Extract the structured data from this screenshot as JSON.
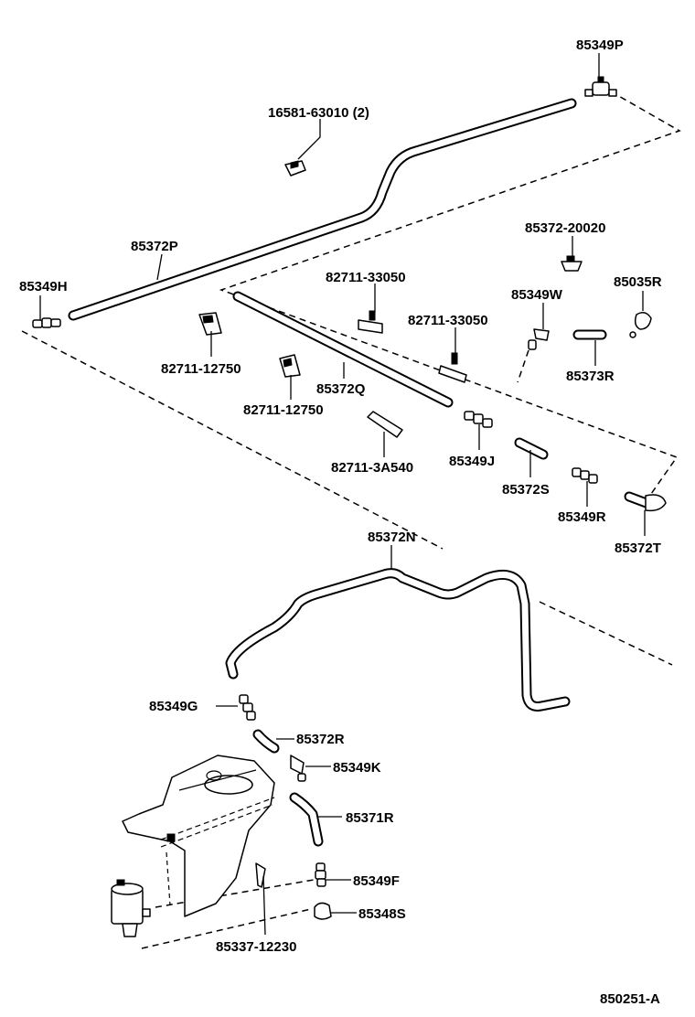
{
  "diagram_id": "850251-A",
  "labels": {
    "p85349P": "85349P",
    "p16581": "16581-63010 (2)",
    "p85372P": "85372P",
    "p85349H": "85349H",
    "p85372_20020": "85372-20020",
    "p82711_33050a": "82711-33050",
    "p85035R": "85035R",
    "p85349W": "85349W",
    "p82711_33050b": "82711-33050",
    "p85373R": "85373R",
    "p82711_12750a": "82711-12750",
    "p85372Q": "85372Q",
    "p82711_12750b": "82711-12750",
    "p82711_3A540": "82711-3A540",
    "p85349J": "85349J",
    "p85372S": "85372S",
    "p85349R": "85349R",
    "p85372T": "85372T",
    "p85372N": "85372N",
    "p85349G": "85349G",
    "p85372R": "85372R",
    "p85349K": "85349K",
    "p85371R": "85371R",
    "p85349F": "85349F",
    "p85348S": "85348S",
    "p85337": "85337-12230"
  }
}
